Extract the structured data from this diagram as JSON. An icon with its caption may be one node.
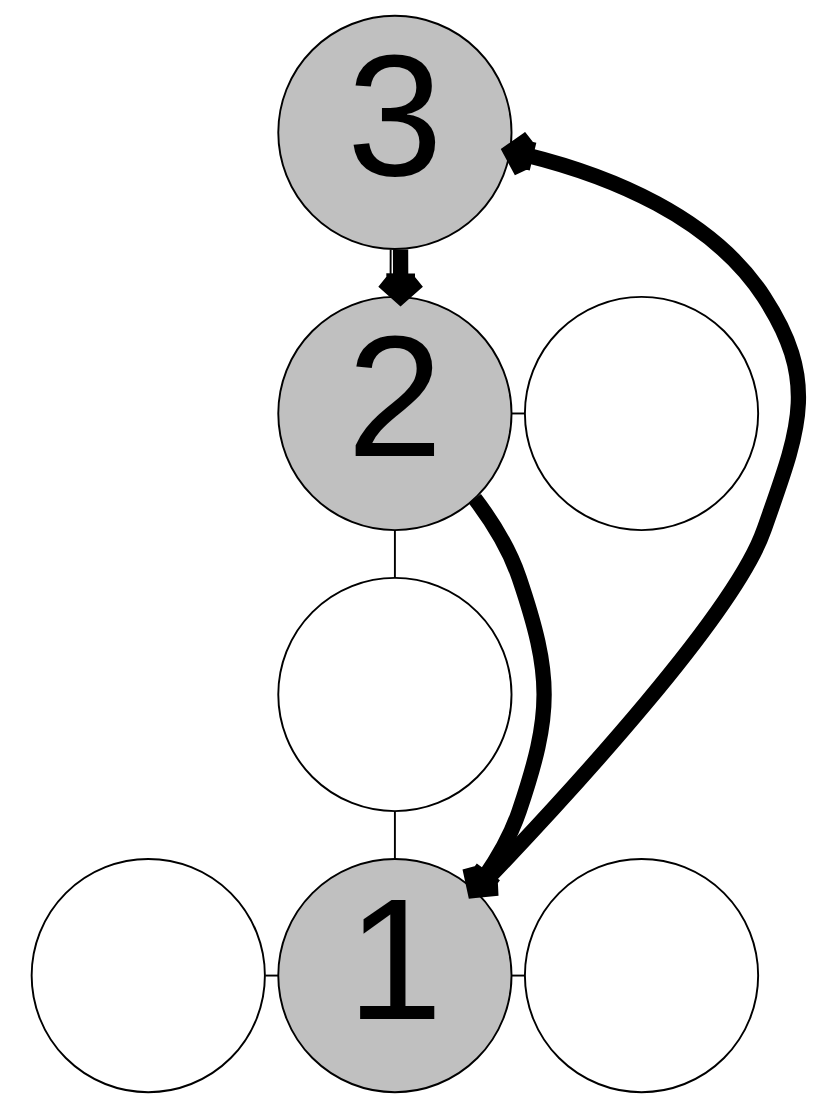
{
  "diagram": {
    "nodes": [
      {
        "text": [
          "3"
        ]
      },
      {
        "text": [
          "2"
        ]
      },
      {
        "text": [],
        "shape": "circle"
      },
      {
        "text": [],
        "shape": "circle"
      },
      {
        "text": [],
        "shape": "circle"
      },
      {
        "text": [
          "1"
        ]
      },
      {
        "text": [],
        "shape": "circle"
      }
    ],
    "edges": [
      {
        "from": 0,
        "to": 1,
        "arrow": "none"
      },
      {
        "from": 1,
        "to": 2,
        "arrow": "none"
      },
      {
        "from": 1,
        "to": 3,
        "arrow": "none"
      },
      {
        "from": 3,
        "to": 5,
        "arrow": "none"
      },
      {
        "from": 4,
        "to": 5,
        "arrow": "none"
      },
      {
        "from": 5,
        "to": 6,
        "arrow": "none"
      },
      {
        "from": 0,
        "to": 1,
        "arrow": "to",
        "style": "thick"
      },
      {
        "from": 1,
        "to": 5,
        "arrow": "to",
        "style": "thick"
      },
      {
        "from": 5,
        "to": 0,
        "arrow": "to",
        "style": "thick"
      }
    ]
  }
}
